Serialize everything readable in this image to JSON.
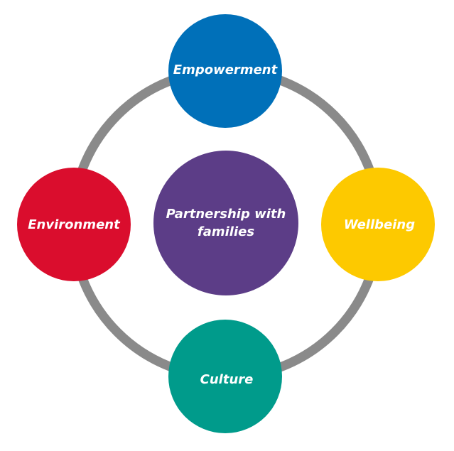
{
  "diagram": {
    "center": {
      "label_line1": "Partnership with",
      "label_line2": "families",
      "color": "#5c3d87"
    },
    "nodes": [
      {
        "label": "Empowerment",
        "color": "#0070b9"
      },
      {
        "label": "Wellbeing",
        "color": "#fdc900"
      },
      {
        "label": "Culture",
        "color": "#009b8b"
      },
      {
        "label": "Environment",
        "color": "#da0d2d"
      }
    ],
    "ring_color": "#8a8a8a"
  }
}
